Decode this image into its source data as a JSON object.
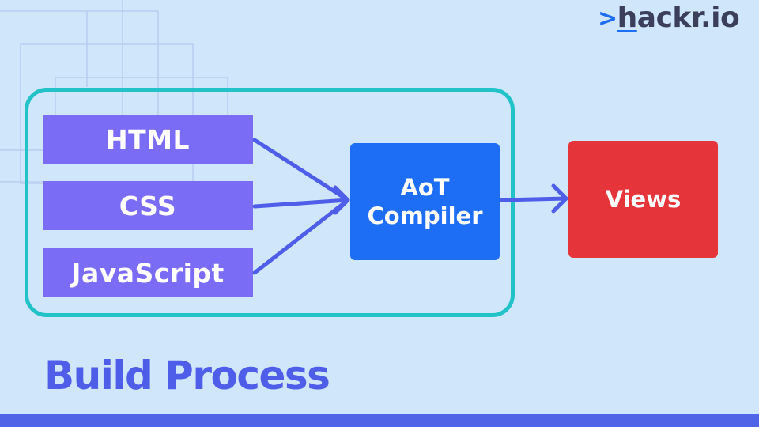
{
  "brand": {
    "logo_chevron": ">",
    "logo_h": "h",
    "logo_rest": "ackr.io"
  },
  "diagram": {
    "sources": [
      "HTML",
      "CSS",
      "JavaScript"
    ],
    "compiler_line1": "AoT",
    "compiler_line2": "Compiler",
    "output": "Views"
  },
  "title": "Build Process",
  "colors": {
    "background": "#cfe6fb",
    "source_box": "#7b6cf5",
    "compiler_box": "#1d6ef5",
    "output_box": "#e5353a",
    "group_border": "#22c3c8",
    "arrow": "#4f5ee8",
    "title": "#4f5ee8",
    "bottom_bar": "#4f64e6"
  }
}
